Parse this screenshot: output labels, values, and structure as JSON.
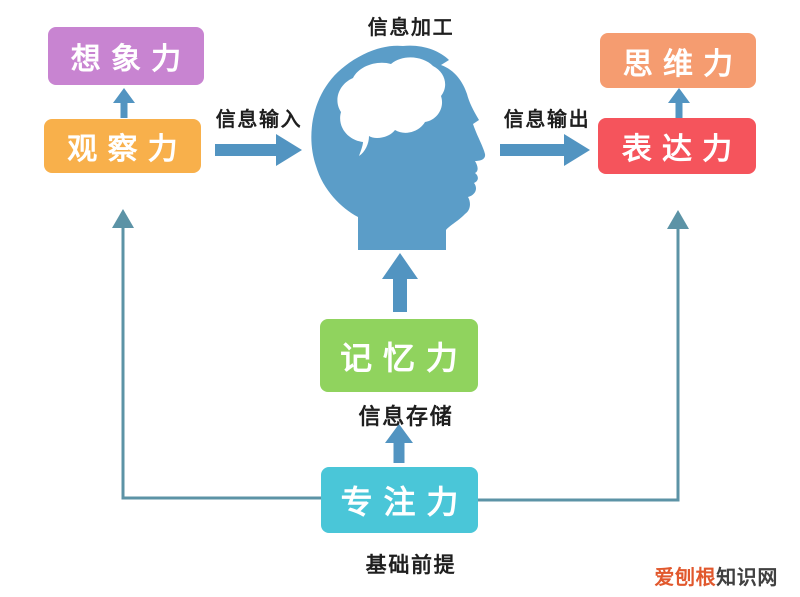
{
  "labels": {
    "processing": "信息加工",
    "input": "信息输入",
    "output": "信息输出",
    "storage": "信息存储",
    "foundation": "基础前提"
  },
  "boxes": {
    "imagination": {
      "label": "想象力",
      "bg": "#c884d1"
    },
    "observation": {
      "label": "观察力",
      "bg": "#f8b04b"
    },
    "thinking": {
      "label": "思维力",
      "bg": "#f59c70"
    },
    "expression": {
      "label": "表达力",
      "bg": "#f5545c"
    },
    "memory": {
      "label": "记忆力",
      "bg": "#90d35e"
    },
    "focus": {
      "label": "专注力",
      "bg": "#4ac6d8"
    }
  },
  "watermark": {
    "brand": "爱刨根",
    "suffix": "知识网",
    "brand_color": "#e1582d",
    "suffix_color": "#404040"
  },
  "colors": {
    "head": "#5b9dc8",
    "brain": "#ffffff",
    "arrow": "#5294c1",
    "line": "#5c93a6",
    "label_text": "#1f1f1f",
    "box_text": "#ffffff",
    "background": "#ffffff"
  }
}
